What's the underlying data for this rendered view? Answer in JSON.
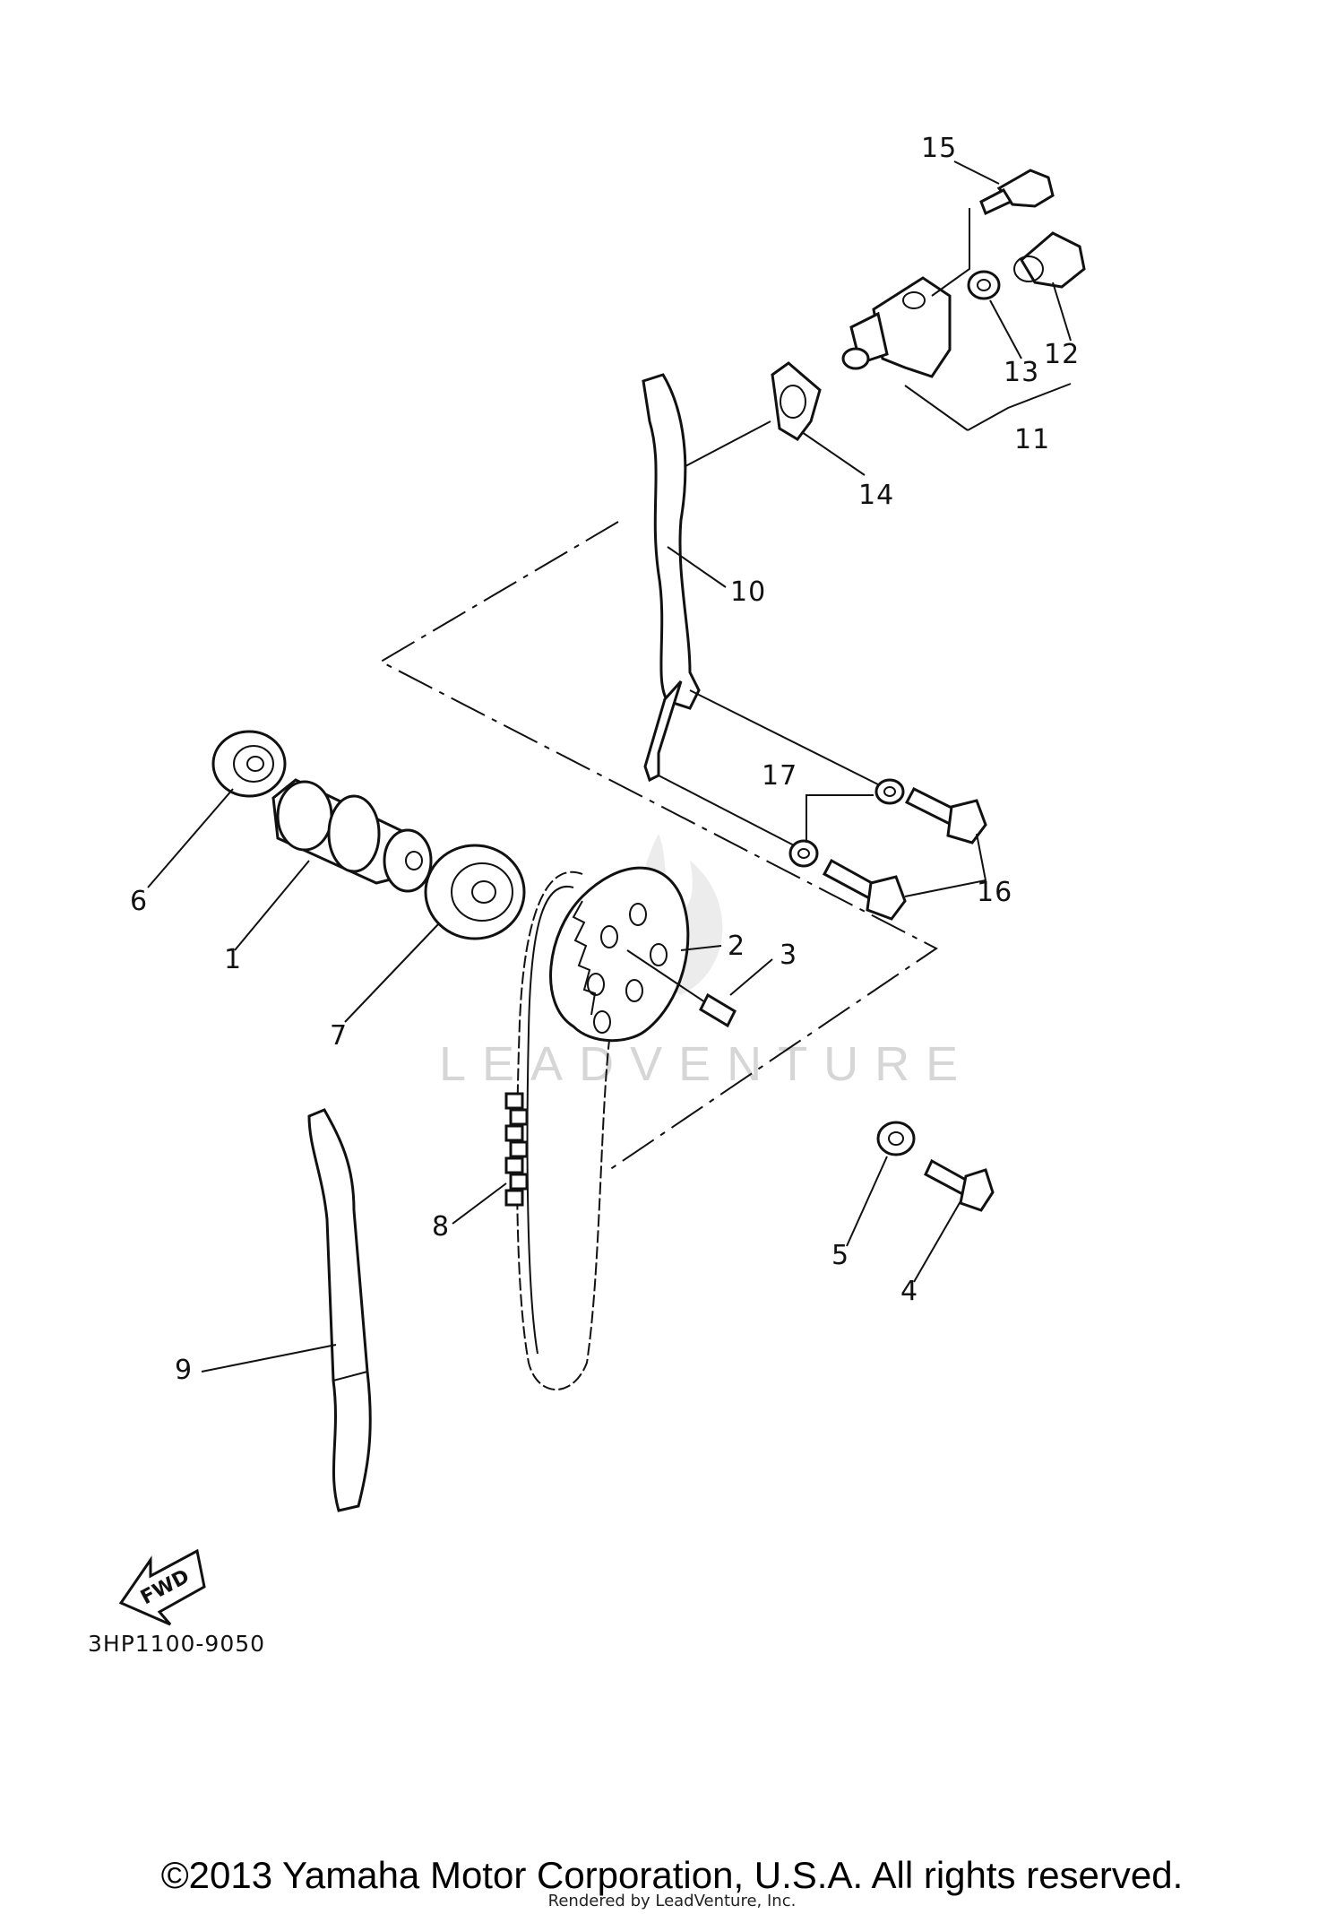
{
  "callouts": [
    "1",
    "2",
    "3",
    "4",
    "5",
    "6",
    "7",
    "8",
    "9",
    "10",
    "11",
    "12",
    "13",
    "14",
    "15",
    "16",
    "17"
  ],
  "direction_label": "FWD",
  "drawing_code": "3HP1100-9050",
  "watermark": "LEADVENTURE",
  "copyright": "©2013 Yamaha Motor Corporation, U.S.A. All rights reserved.",
  "rendered_by": "Rendered by LeadVenture, Inc."
}
